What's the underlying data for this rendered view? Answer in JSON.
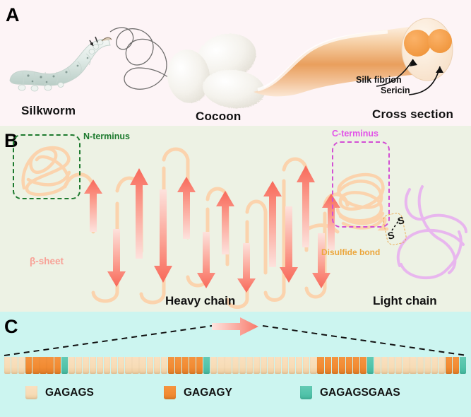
{
  "figure": {
    "panels": [
      {
        "letter": "A",
        "name": "silk-source"
      },
      {
        "letter": "B",
        "name": "fibroin-chain-structure"
      },
      {
        "letter": "C",
        "name": "repeat-motif-sequence"
      }
    ]
  },
  "panelA": {
    "letter": "A",
    "captions": [
      {
        "key": "silkworm",
        "label": "Silkworm"
      },
      {
        "key": "cocoon",
        "label": "Cocoon"
      },
      {
        "key": "cross_section",
        "label": "Cross section"
      }
    ],
    "annotations": [
      {
        "key": "fibroin",
        "label": "Silk fibrion"
      },
      {
        "key": "sericin",
        "label": "Sericin"
      }
    ],
    "background_color": "#fdf4f6",
    "fibroin_color": "#f29a45",
    "sericin_color": "#fbe8d2"
  },
  "panelB": {
    "letter": "B",
    "n_terminus_label": "N-terminus",
    "c_terminus_label": "C-terminus",
    "beta_sheet_label": "β-sheet",
    "disulfide_label": "Disulfide bond",
    "disulfide_atoms": [
      "S",
      "S"
    ],
    "heavy_chain_label": "Heavy chain",
    "light_chain_label": "Light chain",
    "background_color": "#edf2e4",
    "n_terminus_color": "#1d7a2e",
    "c_terminus_color": "#e253e8",
    "beta_sheet_color": "#f8a297",
    "disulfide_color": "#eca63c",
    "loop_color": "#fbd3ad",
    "light_chain_color": "#e8b6ee",
    "arrow_count": 14
  },
  "panelC": {
    "letter": "C",
    "background_color": "#ccf5f0",
    "callout_arrow": "beta-strand-zoom-arrow",
    "legend": [
      {
        "key": "gagags",
        "label": "GAGAGS",
        "color": "#f7dcb6"
      },
      {
        "key": "gagagy",
        "label": "GAGAGY",
        "color": "#f28b32"
      },
      {
        "key": "gagagsgaas",
        "label": "GAGAGSGAAS",
        "color": "#52c3aa"
      }
    ],
    "sequence_blocks": [
      "gagags",
      "gagags",
      "gagags",
      "gagagy",
      "gagagy",
      "gagagy",
      "gagagy",
      "gagagy",
      "gagagsgaas",
      "gagags",
      "gagags",
      "gagags",
      "gagags",
      "gagags",
      "gagags",
      "gagags",
      "gagags",
      "gagags",
      "gagags",
      "gagags",
      "gagags",
      "gagags",
      "gagags",
      "gagagy",
      "gagagy",
      "gagagy",
      "gagagy",
      "gagagy",
      "gagagsgaas",
      "gagags",
      "gagags",
      "gagags",
      "gagags",
      "gagags",
      "gagags",
      "gagags",
      "gagags",
      "gagags",
      "gagags",
      "gagags",
      "gagags",
      "gagags",
      "gagags",
      "gagags",
      "gagagy",
      "gagagy",
      "gagagy",
      "gagagy",
      "gagagy",
      "gagagy",
      "gagagy",
      "gagagsgaas",
      "gagags",
      "gagags",
      "gagags",
      "gagags",
      "gagags",
      "gagags",
      "gagags",
      "gagags",
      "gagags",
      "gagags",
      "gagagy",
      "gagagy",
      "gagagsgaas"
    ]
  }
}
